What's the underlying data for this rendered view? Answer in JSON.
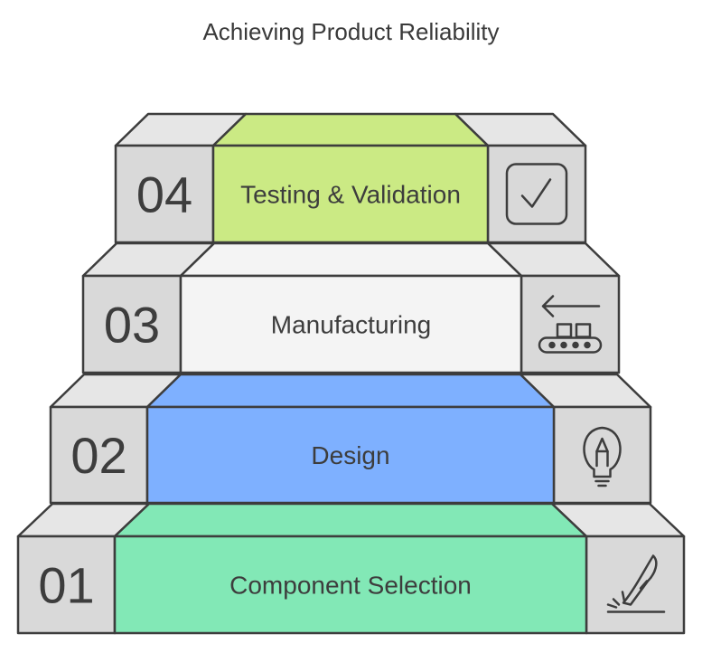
{
  "title": "Achieving Product Reliability",
  "steps": [
    {
      "number": "01",
      "label": "Component Selection",
      "icon": "knife-cut-icon",
      "color": "#82e8b6"
    },
    {
      "number": "02",
      "label": "Design",
      "icon": "lightbulb-pen-icon",
      "color": "#7eb0ff"
    },
    {
      "number": "03",
      "label": "Manufacturing",
      "icon": "conveyor-belt-icon",
      "color": "#f4f4f4"
    },
    {
      "number": "04",
      "label": "Testing & Validation",
      "icon": "checkbox-icon",
      "color": "#cbea84"
    }
  ],
  "colors": {
    "outline": "#3d3d3d",
    "side_panel": "#d9d9d9",
    "side_top": "#e6e6e6",
    "text": "#3d3d3d"
  }
}
